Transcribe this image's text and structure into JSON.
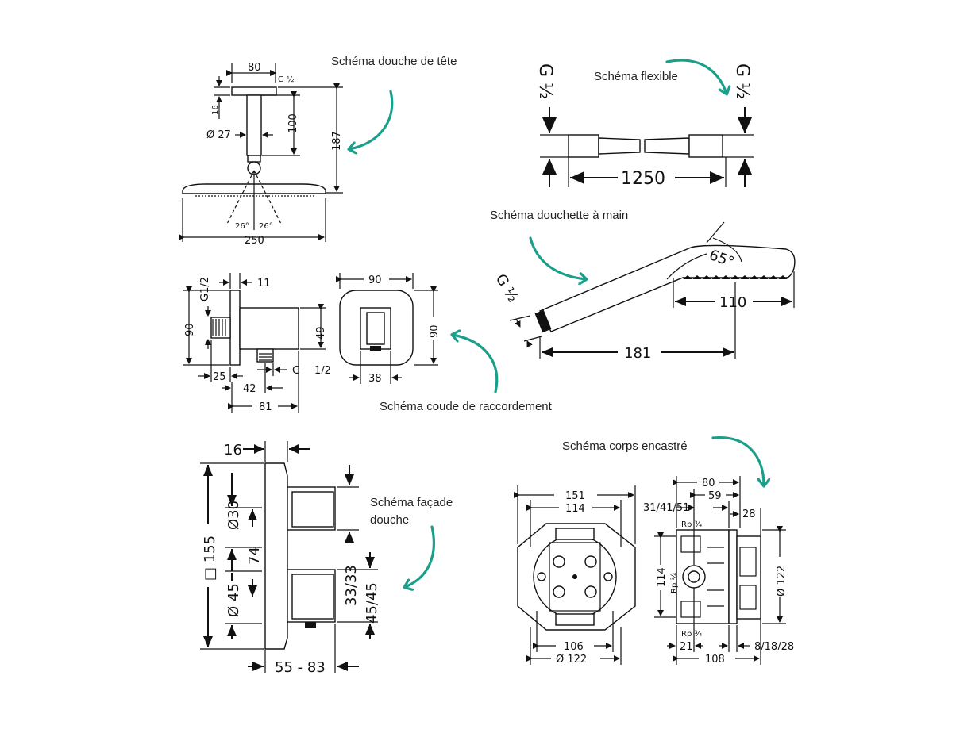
{
  "captions": {
    "head_shower": "Schéma douche de tête",
    "hose": "Schéma flexible",
    "hand_shower": "Schéma douchette à main",
    "elbow": "Schéma coude de raccordement",
    "trim_line1": "Schéma façade",
    "trim_line2": "douche",
    "body": "Schéma corps encastré"
  },
  "head_shower": {
    "d_top": "80",
    "g": "G ½",
    "d16": "16",
    "d27": "Ø 27",
    "d100": "100",
    "d187": "187",
    "a1": "26°",
    "a2": "26°",
    "d250": "250"
  },
  "hose": {
    "g_left": "G ½",
    "g_right": "G ½",
    "length": "1250"
  },
  "hand_shower": {
    "angle": "65°",
    "g": "G ½",
    "d110": "110",
    "d181": "181"
  },
  "elbow": {
    "g_side": "G1/2",
    "d11": "11",
    "d90v": "90",
    "d49": "49",
    "d25": "25",
    "g_bottom": "G",
    "g_bottom2": "1/2",
    "d42": "42",
    "d81": "81",
    "front_w": "90",
    "front_h": "90",
    "d38": "38"
  },
  "trim": {
    "d16": "16",
    "d155": "□ 155",
    "d30": "Ø30",
    "d74": "74",
    "d45": "Ø 45",
    "d33": "33/33",
    "d45b": "45/45",
    "depth": "55 - 83"
  },
  "body": {
    "d151": "151",
    "d114": "114",
    "d106": "106",
    "d122": "Ø 122",
    "s80": "80",
    "s59": "59",
    "s3141": "31/41/51",
    "s28": "28",
    "rp_top": "Rp ¾",
    "rp_mid": "Rp ¾",
    "rp_bot": "Rp ¾",
    "s114": "114",
    "s122": "Ø 122",
    "s21": "21",
    "s108": "108",
    "s81828": "8/18/28"
  },
  "colors": {
    "accent_arrow": "#1aa08a",
    "line": "#111111"
  }
}
